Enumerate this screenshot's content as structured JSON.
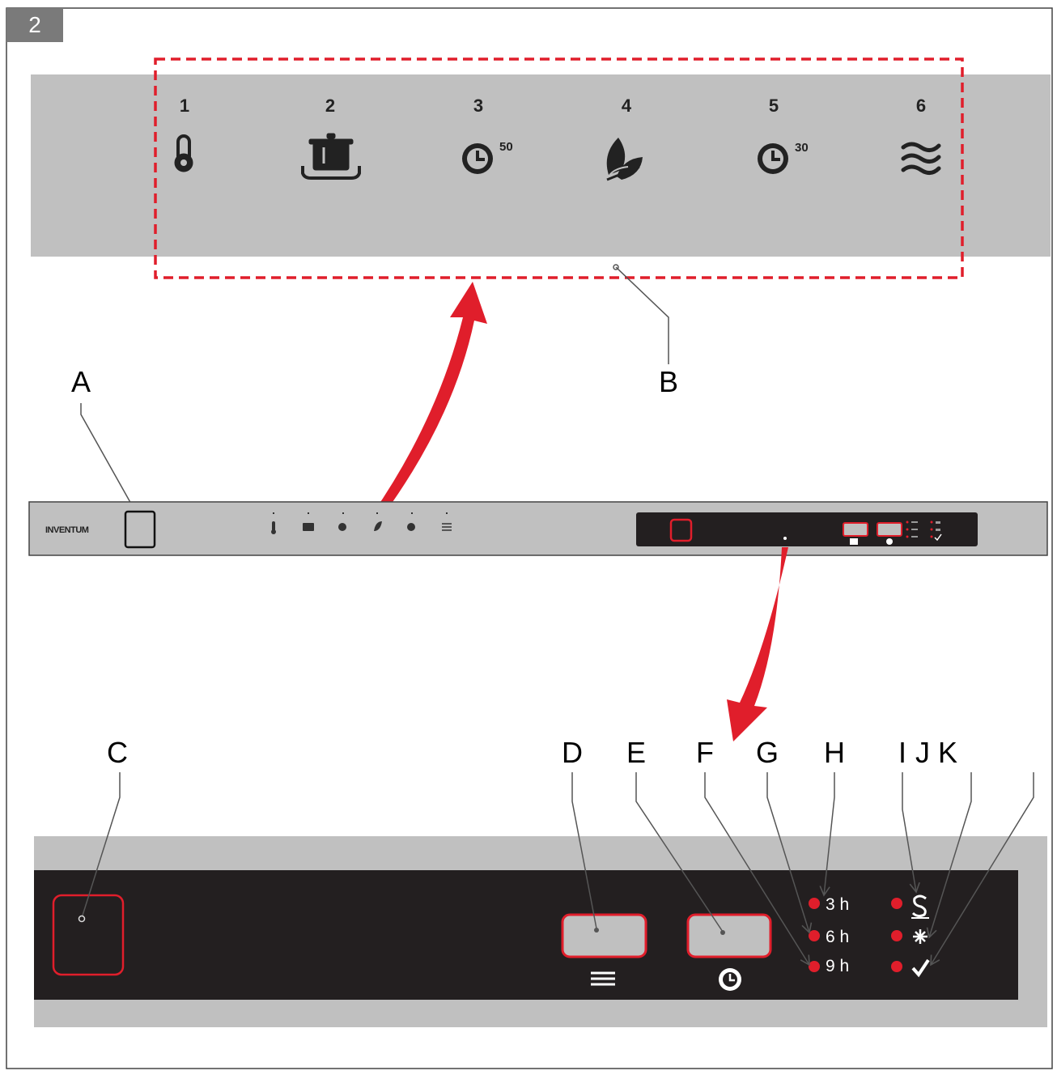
{
  "figure": {
    "number": "2"
  },
  "theme": {
    "panel_grey": "#c0c0c0",
    "panel_black": "#231f20",
    "accent_red": "#e01e2b",
    "icon_dark": "#222222"
  },
  "program_icons": [
    {
      "num": "1",
      "icon": "thermometer-icon"
    },
    {
      "num": "2",
      "icon": "pot-icon"
    },
    {
      "num": "3",
      "icon": "clock-icon",
      "badge": "50"
    },
    {
      "num": "4",
      "icon": "leaf-icon"
    },
    {
      "num": "5",
      "icon": "clock-icon",
      "badge": "30"
    },
    {
      "num": "6",
      "icon": "wave-icon"
    }
  ],
  "brand": {
    "logo_text": "INVENTUM"
  },
  "callouts": {
    "A": "A",
    "B": "B",
    "C": "C",
    "D": "D",
    "E": "E",
    "F": "F",
    "G": "G",
    "H": "H",
    "I": "I",
    "J": "J",
    "K": "K"
  },
  "delay_timer": {
    "options": [
      "3 h",
      "6 h",
      "9 h"
    ]
  },
  "indicators": [
    {
      "icon": "salt-icon"
    },
    {
      "icon": "rinse-aid-icon"
    },
    {
      "icon": "checkmark-icon"
    }
  ],
  "buttons": {
    "program": {
      "icon": "menu-lines-icon"
    },
    "delay": {
      "icon": "clock-icon"
    }
  }
}
